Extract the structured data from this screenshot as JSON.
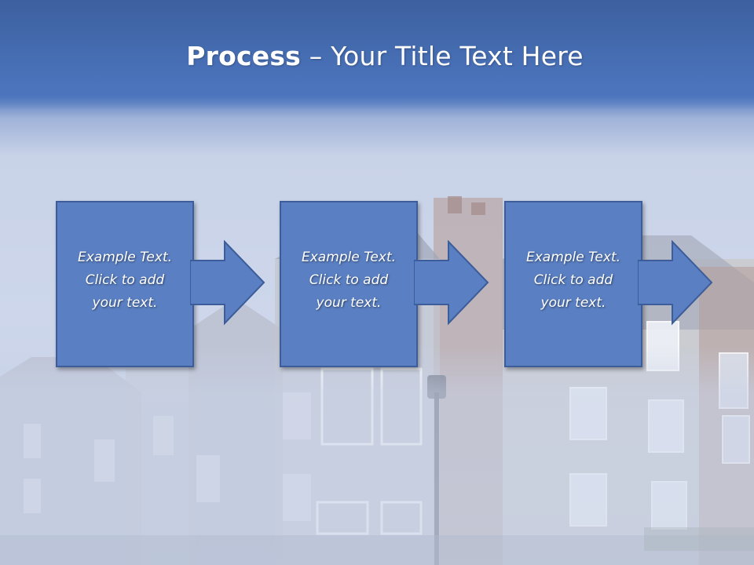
{
  "slide": {
    "title_bold": "Process",
    "title_rest": " – Your Title Text Here"
  },
  "steps": [
    {
      "text": "Example Text.\nClick  to add\nyour text."
    },
    {
      "text": "Example Text.\nClick  to add\nyour text."
    },
    {
      "text": "Example Text.\nClick  to add\nyour text."
    }
  ],
  "icons": {
    "arrow": "right-arrow-icon"
  },
  "colors": {
    "title_bar": "#4b74bc",
    "step_fill": "#5a7fc2",
    "step_border": "#3c5d9a"
  }
}
